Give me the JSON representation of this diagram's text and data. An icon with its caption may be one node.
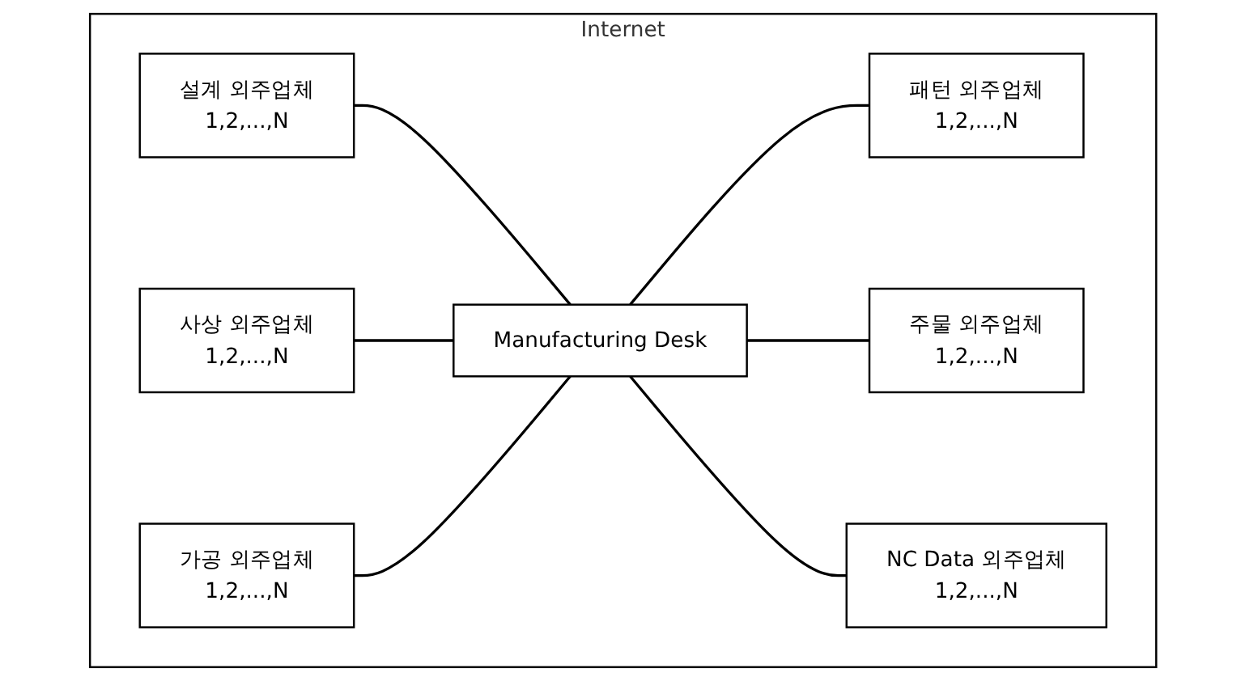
{
  "diagram": {
    "nodes": [
      {
        "text": [
          "Internet"
        ]
      },
      {
        "text": [
          "사상 외주업체",
          "1,2,...,N"
        ],
        "in": 0
      },
      {
        "text": [
          "설계 외주업체",
          "1,2,...,N"
        ],
        "in": 0
      },
      {
        "text": [
          "가공 외주업체",
          "1,2,...,N"
        ],
        "in": 0
      },
      {
        "text": [
          "Manufacturing Desk"
        ],
        "in": 0
      },
      {
        "text": [
          "패턴 외주업체",
          "1,2,...,N"
        ],
        "in": 0
      },
      {
        "text": [
          "NC Data 외주업체",
          "1,2,...,N"
        ],
        "in": 0
      },
      {
        "text": [
          "주물 외주업체",
          "1,2,...,N"
        ],
        "in": 0
      }
    ],
    "edges": [
      {
        "from": 2,
        "to": 4,
        "arrow": "none"
      },
      {
        "from": 1,
        "to": 4,
        "arrow": "none"
      },
      {
        "from": 3,
        "to": 4,
        "arrow": "none"
      },
      {
        "from": 4,
        "to": 5,
        "arrow": "none"
      },
      {
        "from": 4,
        "to": 7,
        "arrow": "none"
      },
      {
        "from": 4,
        "to": 6,
        "arrow": "none"
      }
    ]
  }
}
